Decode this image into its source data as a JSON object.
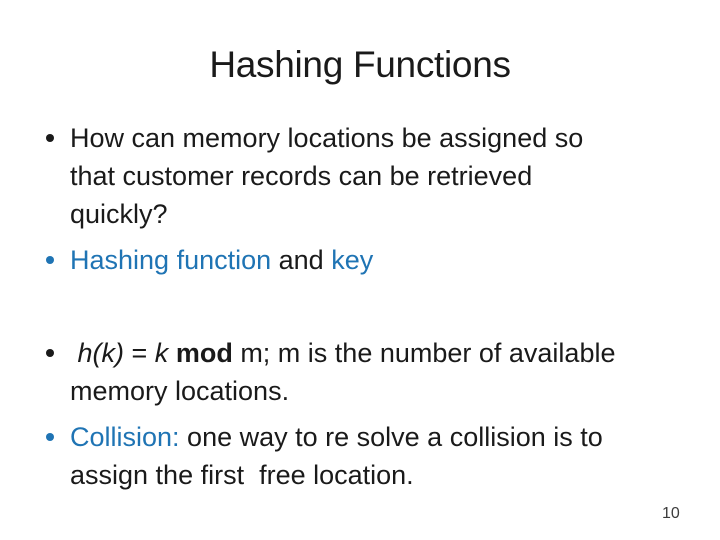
{
  "slide": {
    "title": "Hashing Functions",
    "page_number": "10"
  },
  "colors": {
    "accent_blue": "#1F74B4",
    "body_text": "#1A1A1A",
    "background": "#FFFFFF"
  },
  "bullets": [
    {
      "bullet_color": "body",
      "spacer_after": false,
      "segments": [
        {
          "text": "How can memory locations be assigned so\nthat customer records can be retrieved\nquickly?"
        }
      ]
    },
    {
      "bullet_color": "accent",
      "spacer_after": true,
      "segments": [
        {
          "text": "Hashing function",
          "color": "accent"
        },
        {
          "text": " and "
        },
        {
          "text": "key",
          "color": "accent"
        }
      ]
    },
    {
      "bullet_color": "body",
      "spacer_after": false,
      "segments": [
        {
          "text": " "
        },
        {
          "text": "h(k)",
          "italic": true
        },
        {
          "text": " = "
        },
        {
          "text": "k",
          "italic": true
        },
        {
          "text": " "
        },
        {
          "text": "mod",
          "bold": true
        },
        {
          "text": " m; m is the number of available\nmemory locations."
        }
      ]
    },
    {
      "bullet_color": "accent",
      "spacer_after": false,
      "segments": [
        {
          "text": "Collision:",
          "color": "accent"
        },
        {
          "text": " one way to re solve a collision is to\nassign the first  free location."
        }
      ]
    }
  ]
}
